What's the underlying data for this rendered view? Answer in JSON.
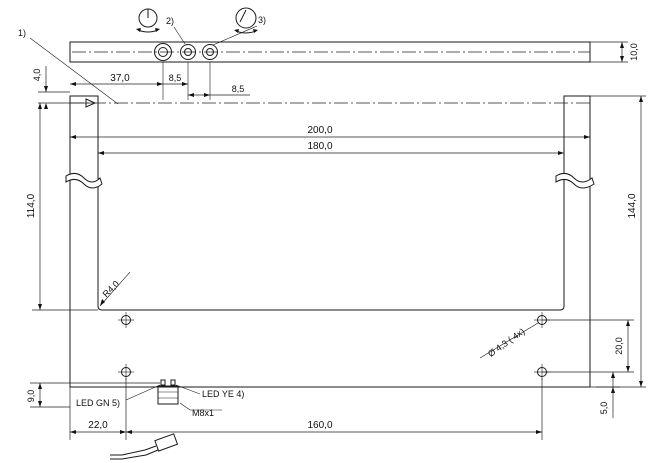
{
  "callouts": {
    "c1": "1)",
    "c2": "2)",
    "c3": "3)"
  },
  "dimensions": {
    "d_10": "10,0",
    "d_4": "4,0",
    "d_37": "37,0",
    "d_8_5a": "8,5",
    "d_8_5b": "8,5",
    "d_200": "200,0",
    "d_180": "180,0",
    "d_114": "114,0",
    "d_144": "144,0",
    "d_r4": "R4,0",
    "d_hole": "Ø 4,3 ( 4x)",
    "d_20": "20,0",
    "d_9": "9,0",
    "d_5": "5,0",
    "d_22": "22,0",
    "d_160": "160,0"
  },
  "labels": {
    "led_gn": "LED GN 5)",
    "led_ye": "LED YE 4)",
    "connector": "M8x1"
  }
}
